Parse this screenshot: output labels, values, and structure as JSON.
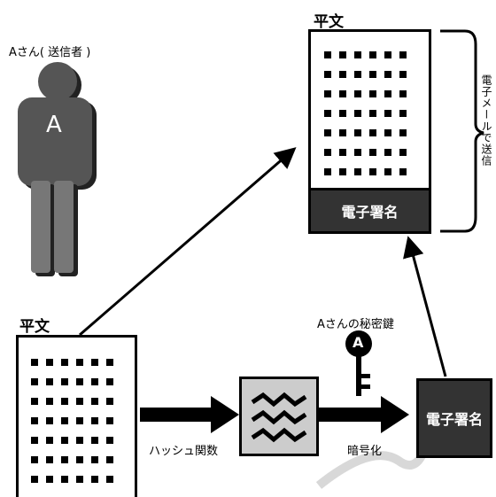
{
  "sender": {
    "label": "Aさん( 送信者 )",
    "avatar_letter": "A"
  },
  "plaintext_left": {
    "title": "平文"
  },
  "plaintext_right": {
    "title": "平文",
    "signature_label": "電子署名"
  },
  "email_label": "電子メールで送信",
  "hash": {
    "label": "ハッシュ関数"
  },
  "encrypt": {
    "label": "暗号化"
  },
  "private_key": {
    "label": "Aさんの秘密鍵",
    "key_letter": "A"
  },
  "signature_box": {
    "label": "電子署名"
  }
}
